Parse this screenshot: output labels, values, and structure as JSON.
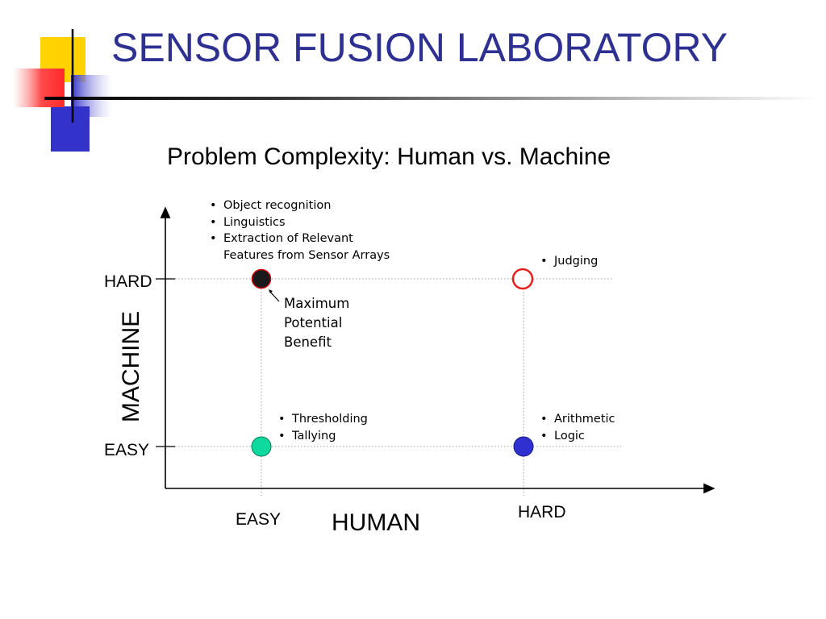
{
  "slide": {
    "title": "SENSOR FUSION LABORATORY",
    "colors": {
      "title": "#2e3192",
      "logo_yellow": "#ffd200",
      "logo_red": "#ff3b3b",
      "logo_blue": "#3333cc"
    }
  },
  "diagram": {
    "title": "Problem Complexity: Human vs. Machine",
    "x_axis": {
      "name": "HUMAN",
      "easy_label": "EASY",
      "hard_label": "HARD"
    },
    "y_axis": {
      "name": "MACHINE",
      "easy_label": "EASY",
      "hard_label": "HARD"
    },
    "quadrants": {
      "human_easy_machine_hard": {
        "items": [
          "Object recognition",
          "Linguistics",
          "Extraction of Relevant",
          "Features from Sensor Arrays"
        ],
        "marker_color": "#1a1a1a",
        "marker_border": "#cc0000"
      },
      "human_hard_machine_hard": {
        "items": [
          "Judging"
        ],
        "marker_color": "#ffffff",
        "marker_border": "#e8201e"
      },
      "human_easy_machine_easy": {
        "items": [
          "Thresholding",
          "Tallying"
        ],
        "marker_color": "#10d9a0",
        "marker_border": "#0a7a5a"
      },
      "human_hard_machine_easy": {
        "items": [
          "Arithmetic",
          "Logic"
        ],
        "marker_color": "#3030d0",
        "marker_border": "#1a1a80"
      }
    },
    "annotation": {
      "lines": [
        "Maximum",
        "Potential",
        "Benefit"
      ]
    }
  }
}
